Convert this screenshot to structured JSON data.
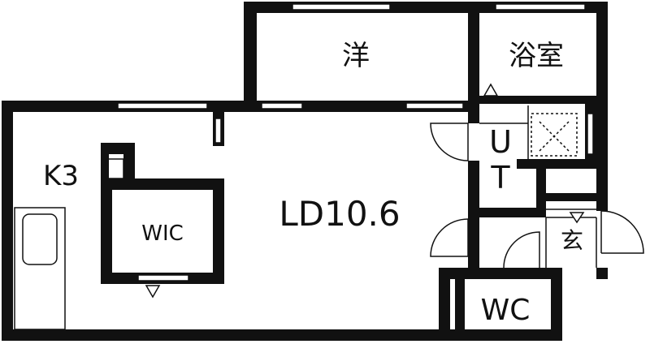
{
  "rooms": {
    "western": "洋",
    "bath": "浴室",
    "kitchen": "K3",
    "wic": "WIC",
    "ld": "LD10.6",
    "ut_u": "U",
    "ut_t": "T",
    "entrance": "玄",
    "wc": "WC"
  },
  "colors": {
    "wall": "#111111",
    "background": "#ffffff"
  }
}
